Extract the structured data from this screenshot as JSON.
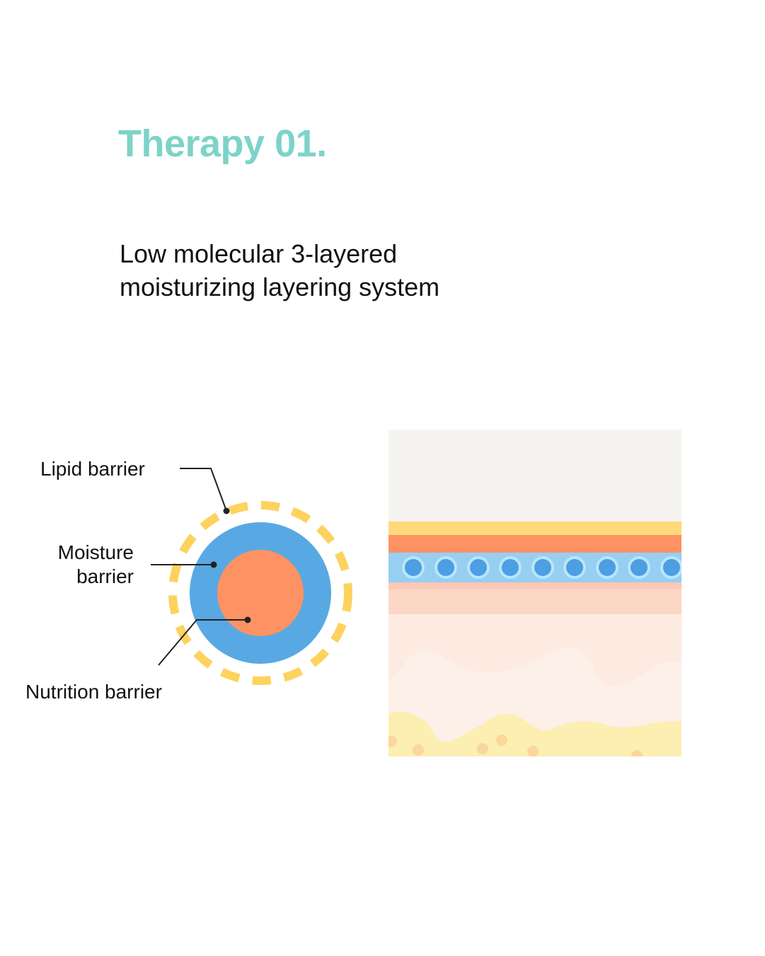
{
  "header": {
    "title": "Therapy 01.",
    "subtitle_lines": [
      "Low molecular 3-layered",
      "moisturizing layering system"
    ]
  },
  "diagram": {
    "labels": {
      "lipid": "Lipid barrier",
      "moisture_line1": "Moisture",
      "moisture_line2": "barrier",
      "nutrition": "Nutrition barrier"
    }
  },
  "colors": {
    "title_accent": "#7dd3c8",
    "lipid_dash": "#fdd25e",
    "moisture_ring": "#58a9e3",
    "nutrition_core": "#ff9263",
    "skin_top": "#f6f4f1",
    "skin_yellow": "#ffd97a",
    "skin_orange": "#ff9263",
    "skin_blue": "#96cff2",
    "skin_cell": "#4d9ee2",
    "skin_cell_ring": "#b9e6f7",
    "skin_peach": "#fbd3c1",
    "skin_light": "#fdebe1",
    "fat_yellow": "#fdeeb2"
  },
  "icons": {
    "cell": "circle-cell-icon"
  }
}
